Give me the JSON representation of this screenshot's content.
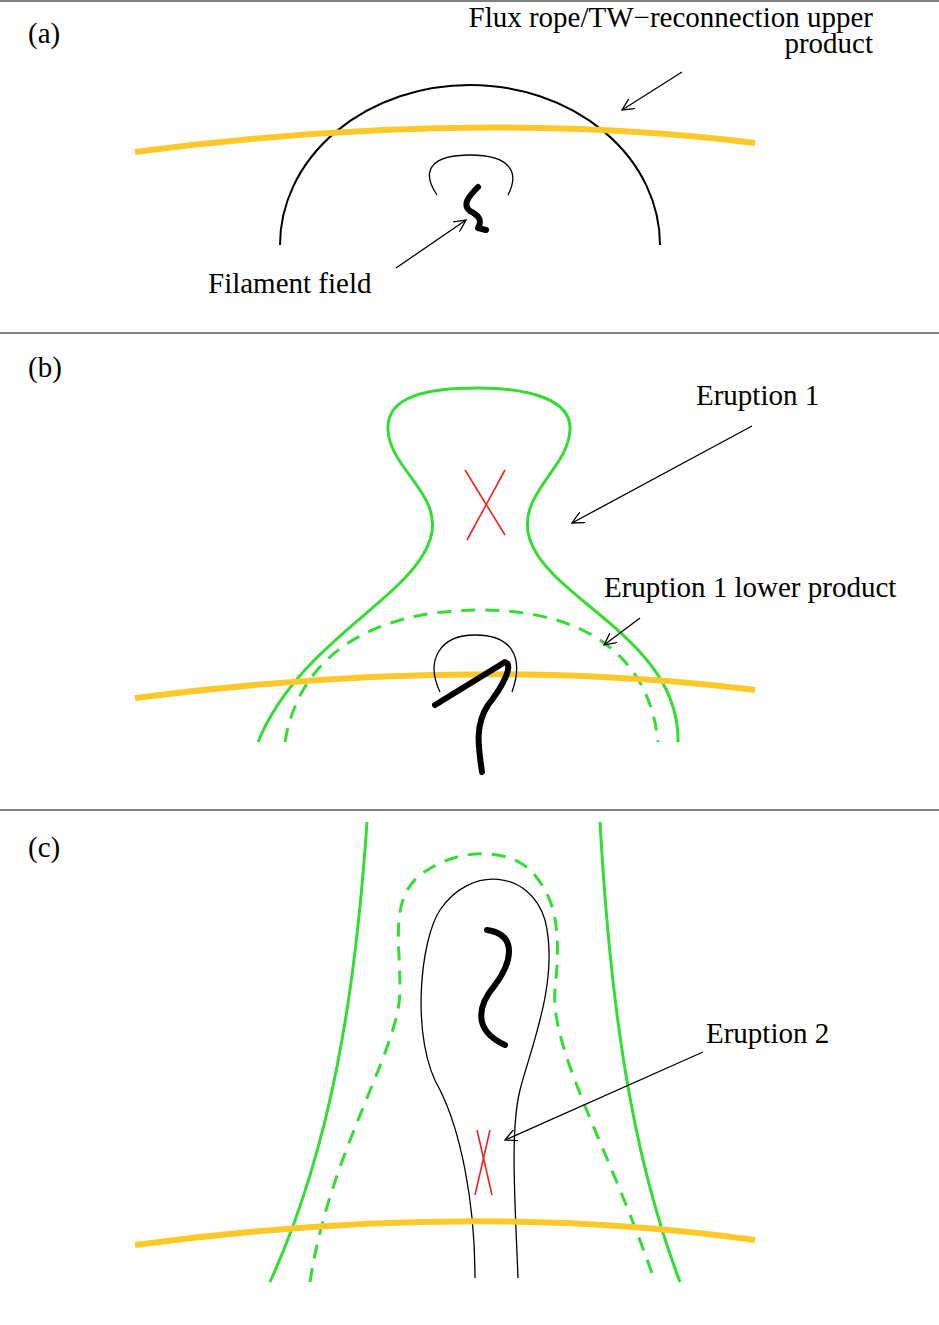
{
  "diagram": {
    "labels": [
      "(a)",
      "Flux rope/TW−reconnection upper product",
      "Filament field",
      "(b)",
      "Eruption 1",
      "Eruption 1 lower product",
      "(c)",
      "Eruption 2"
    ]
  }
}
